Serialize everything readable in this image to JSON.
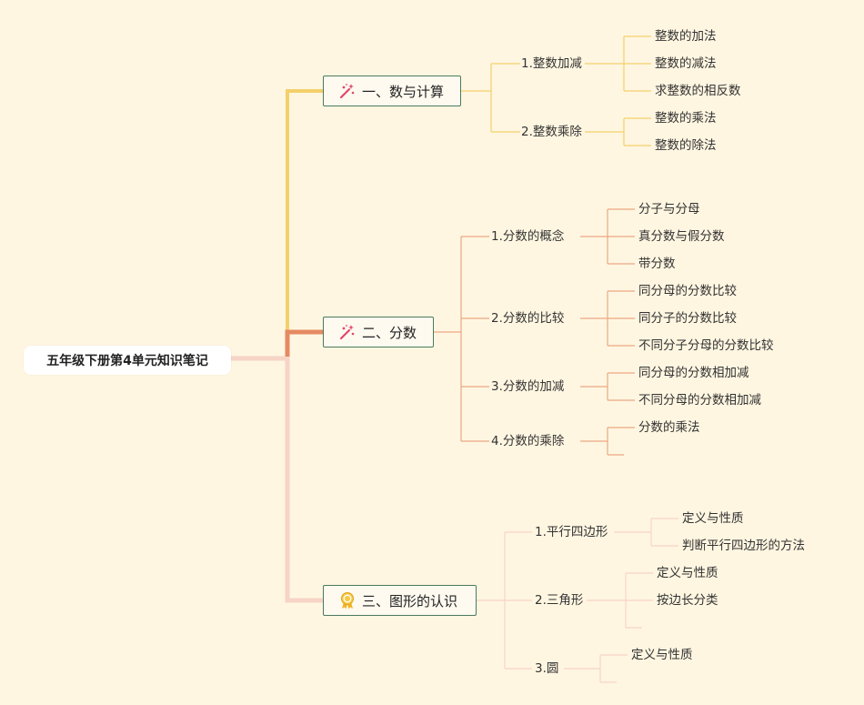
{
  "root": {
    "label": "五年级下册第4单元知识笔记"
  },
  "colors": {
    "yellow": "#f4d06b",
    "orange": "#e58a62",
    "pink": "#f6d4c6",
    "border": "#4a7a5c"
  },
  "branches": [
    {
      "label": "一、数与计算",
      "icon": "magic-wand-icon",
      "subs": [
        {
          "label": "1.整数加减",
          "leaves": [
            "整数的加法",
            "整数的减法",
            "求整数的相反数"
          ]
        },
        {
          "label": "2.整数乘除",
          "leaves": [
            "整数的乘法",
            "整数的除法"
          ]
        }
      ]
    },
    {
      "label": "二、分数",
      "icon": "magic-wand-icon",
      "subs": [
        {
          "label": "1.分数的概念",
          "leaves": [
            "分子与分母",
            "真分数与假分数",
            "带分数"
          ]
        },
        {
          "label": "2.分数的比较",
          "leaves": [
            "同分母的分数比较",
            "同分子的分数比较",
            "不同分子分母的分数比较"
          ]
        },
        {
          "label": "3.分数的加减",
          "leaves": [
            "同分母的分数相加减",
            "不同分母的分数相加减"
          ]
        },
        {
          "label": "4.分数的乘除",
          "leaves": [
            "分数的乘法"
          ]
        }
      ]
    },
    {
      "label": "三、图形的认识",
      "icon": "award-medal-icon",
      "subs": [
        {
          "label": "1.平行四边形",
          "leaves": [
            "定义与性质",
            "判断平行四边形的方法"
          ]
        },
        {
          "label": "2.三角形",
          "leaves": [
            "定义与性质",
            "按边长分类"
          ]
        },
        {
          "label": "3.圆",
          "leaves": [
            "定义与性质"
          ]
        }
      ]
    }
  ]
}
